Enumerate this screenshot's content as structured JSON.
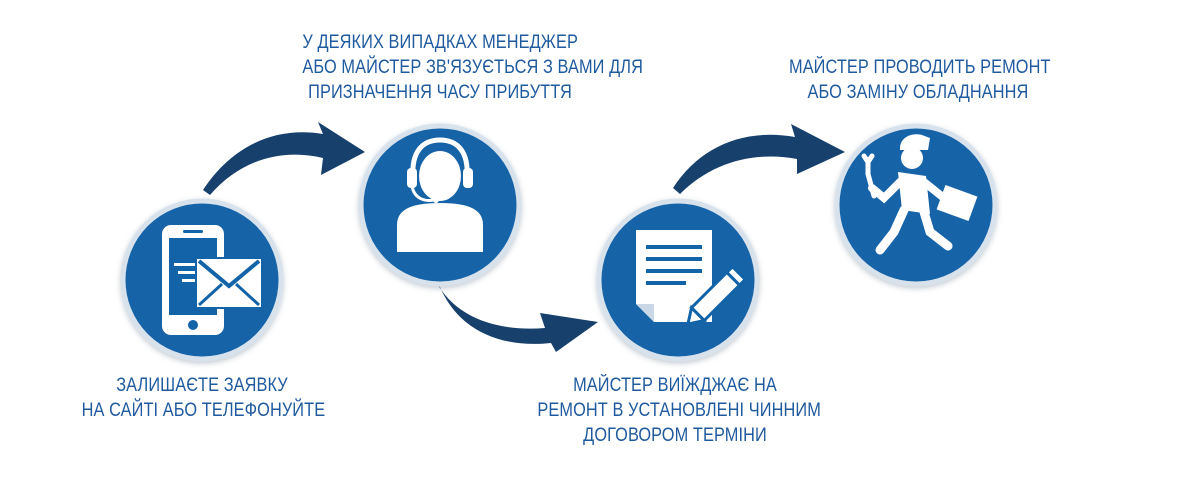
{
  "colors": {
    "circle": "#1263a8",
    "circle_border": "#d8e2ec",
    "arrow": "#17406c",
    "text": "#1f5a9e",
    "icon": "#ffffff"
  },
  "steps": [
    {
      "icon": "phone-email-icon",
      "lines": [
        "ЗАЛИШАЄТЕ ЗАЯВКУ",
        "НА САЙТІ АБО ТЕЛЕФОНУЙТЕ"
      ]
    },
    {
      "icon": "headset-operator-icon",
      "lines": [
        "У ДЕЯКИХ ВИПАДКАХ МЕНЕДЖЕР",
        "АБО МАЙСТЕР ЗВ'ЯЗУЄТЬСЯ З ВАМИ ДЛЯ",
        "ПРИЗНАЧЕННЯ ЧАСУ ПРИБУТТЯ"
      ]
    },
    {
      "icon": "document-pen-icon",
      "lines": [
        "МАЙСТЕР ВИЇЖДЖАЄ НА",
        "РЕМОНТ В УСТАНОВЛЕНІ ЧИННИМ",
        "ДОГОВОРОМ ТЕРМІНИ"
      ]
    },
    {
      "icon": "repairman-icon",
      "lines": [
        "МАЙСТЕР ПРОВОДИТЬ РЕМОНТ",
        "АБО ЗАМІНУ ОБЛАДНАННЯ"
      ]
    }
  ]
}
